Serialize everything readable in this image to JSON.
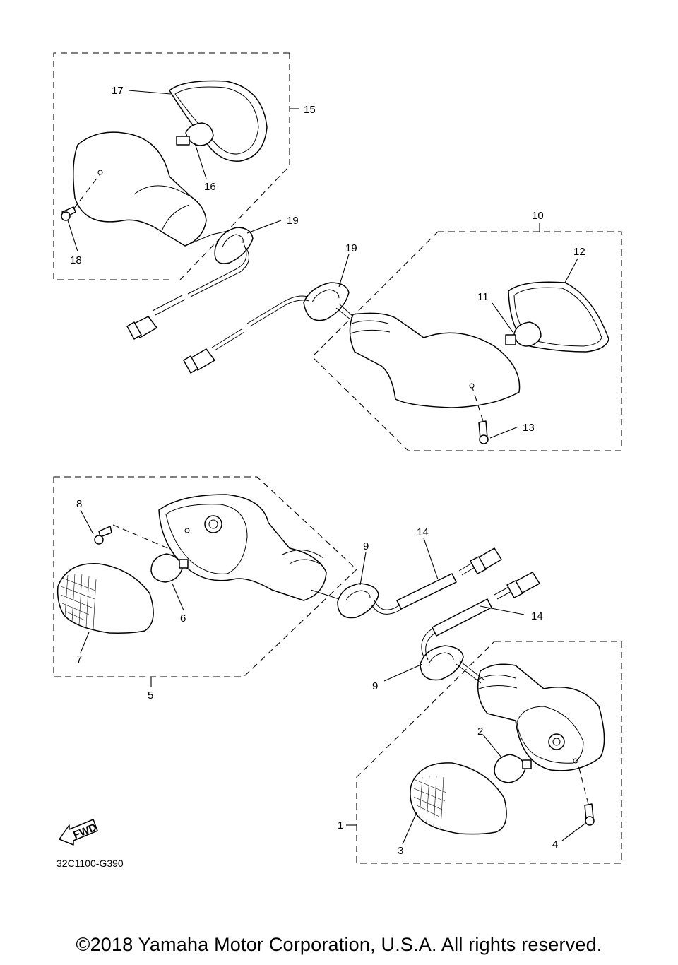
{
  "callouts": {
    "c1": "1",
    "c2": "2",
    "c3": "3",
    "c4": "4",
    "c5": "5",
    "c6": "6",
    "c7": "7",
    "c8": "8",
    "c9a": "9",
    "c9b": "9",
    "c10": "10",
    "c11": "11",
    "c12": "12",
    "c13": "13",
    "c14a": "14",
    "c14b": "14",
    "c15": "15",
    "c16": "16",
    "c17": "17",
    "c18": "18",
    "c19a": "19",
    "c19b": "19"
  },
  "fwd_label": "FWD",
  "diagram_code": "32C1100-G390",
  "copyright": "©2018 Yamaha Motor Corporation, U.S.A. All rights reserved."
}
